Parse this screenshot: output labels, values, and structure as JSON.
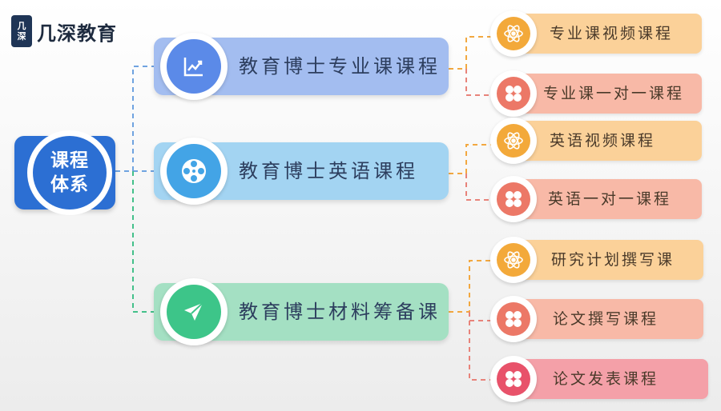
{
  "logo": {
    "mark_top": "几",
    "mark_bottom": "深",
    "text": "几深教育"
  },
  "root": {
    "line1": "课程",
    "line2": "体系"
  },
  "branches": [
    {
      "label": "教育博士专业课课程",
      "icon": "chart-trend-icon",
      "color": "#a3bdf0",
      "icon_color": "#5b8ae8",
      "children": [
        {
          "label": "专业课视频课程",
          "icon": "atom-icon",
          "color": "#fbd199"
        },
        {
          "label": "专业课一对一课程",
          "icon": "grid-dots-icon",
          "color": "#f8b9a7"
        }
      ]
    },
    {
      "label": "教育博士英语课程",
      "icon": "film-reel-icon",
      "color": "#a3d4f2",
      "icon_color": "#43a4e6",
      "children": [
        {
          "label": "英语视频课程",
          "icon": "atom-icon",
          "color": "#fbd199"
        },
        {
          "label": "英语一对一课程",
          "icon": "grid-dots-icon",
          "color": "#f8b9a7"
        }
      ]
    },
    {
      "label": "教育博士材料筹备课",
      "icon": "paper-plane-icon",
      "color": "#a4e0c3",
      "icon_color": "#3dc589",
      "children": [
        {
          "label": "研究计划撰写课",
          "icon": "atom-icon",
          "color": "#fbd199"
        },
        {
          "label": "论文撰写课程",
          "icon": "grid-dots-icon",
          "color": "#f8b9a7"
        },
        {
          "label": "论文发表课程",
          "icon": "grid-dots-icon",
          "color": "#f4a0a8"
        }
      ]
    }
  ],
  "colors": {
    "root": "#2c6fd3",
    "blue_line": "#6fa3e0",
    "green_line": "#43c08a",
    "orange_line": "#f2a840",
    "red_line": "#e8837a",
    "atom_icon": "#f3a93a",
    "dots_icon_1": "#ec7867",
    "dots_icon_2": "#e8526a"
  }
}
